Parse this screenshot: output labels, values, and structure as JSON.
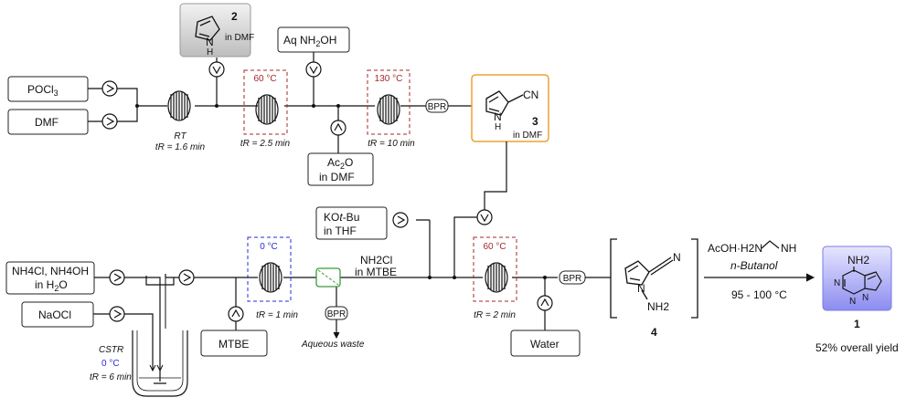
{
  "reagents": {
    "pocl3": {
      "base": "POCl",
      "sub": "3"
    },
    "dmf": "DMF",
    "nh2oh": {
      "pre": "Aq NH",
      "sub": "2",
      "post": "OH"
    },
    "ac2o": {
      "pre": "Ac",
      "sub": "2",
      "post": "O",
      "line2": "in DMF"
    },
    "kotbu": {
      "pre": "KO",
      "it": "t",
      "post": "-Bu",
      "line2": "in THF"
    },
    "nh4cl": {
      "line1": "NH4Cl, NH4OH",
      "line2pre": "in H",
      "line2sub": "2",
      "line2post": "O"
    },
    "naocl": "NaOCl",
    "mtbe": "MTBE",
    "water": "Water"
  },
  "compounds": {
    "c2": {
      "num": "2",
      "sub": "in DMF",
      "nh": "N",
      "h": "H"
    },
    "c3": {
      "num": "3",
      "sub": "in DMF",
      "cn": "CN",
      "nh": "N",
      "h": "H"
    },
    "c4": {
      "num": "4",
      "cn": "N",
      "nh2": "NH2",
      "n": "N"
    },
    "c1": {
      "num": "1",
      "yield": "52% overall yield",
      "nh2": "NH2",
      "n": "N"
    }
  },
  "reactors": {
    "r1": {
      "cond": "RT",
      "time": "tR = 1.6 min"
    },
    "r2": {
      "temp": "60 °C",
      "time": "tR = 2.5 min"
    },
    "r3": {
      "temp": "130 °C",
      "time": "tR = 10 min"
    },
    "r4": {
      "temp": "0 °C",
      "time": "tR = 1 min"
    },
    "r5": {
      "temp": "60 °C",
      "time": "tR = 2 min"
    },
    "cstr": {
      "label": "CSTR",
      "temp": "0 °C",
      "time": "tR = 6 min"
    }
  },
  "bpr": "BPR",
  "stream": {
    "line1": "NH2Cl",
    "line2": "in MTBE"
  },
  "waste": "Aqueous waste",
  "conditions": {
    "reagent": "AcOH·H2N",
    "reagent2": "NH",
    "solvent": "n-Butanol",
    "temp": "95 - 100 °C"
  },
  "colors": {
    "red": "#a52a2a",
    "blue": "#2b2bd6",
    "orange": "#f0a030",
    "green": "#3a9a3a",
    "violet": "#7b7be6"
  }
}
